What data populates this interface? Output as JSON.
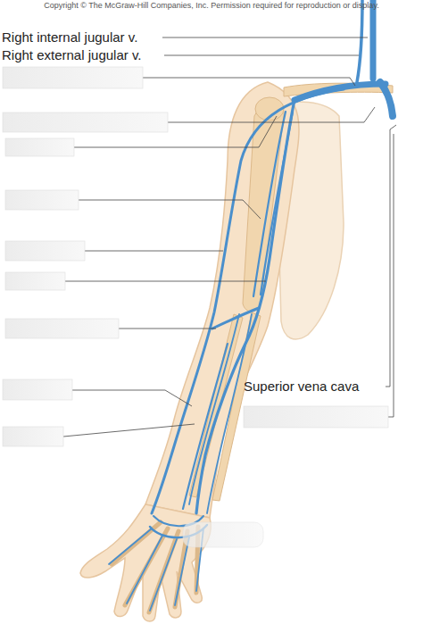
{
  "diagram": {
    "labels": [
      "Copyright © The McGraw-Hill Companies, Inc. Permission required for reproduction or display.",
      "Right internal jugular v.",
      "Right external jugular v.",
      "Superior vena cava"
    ]
  }
}
